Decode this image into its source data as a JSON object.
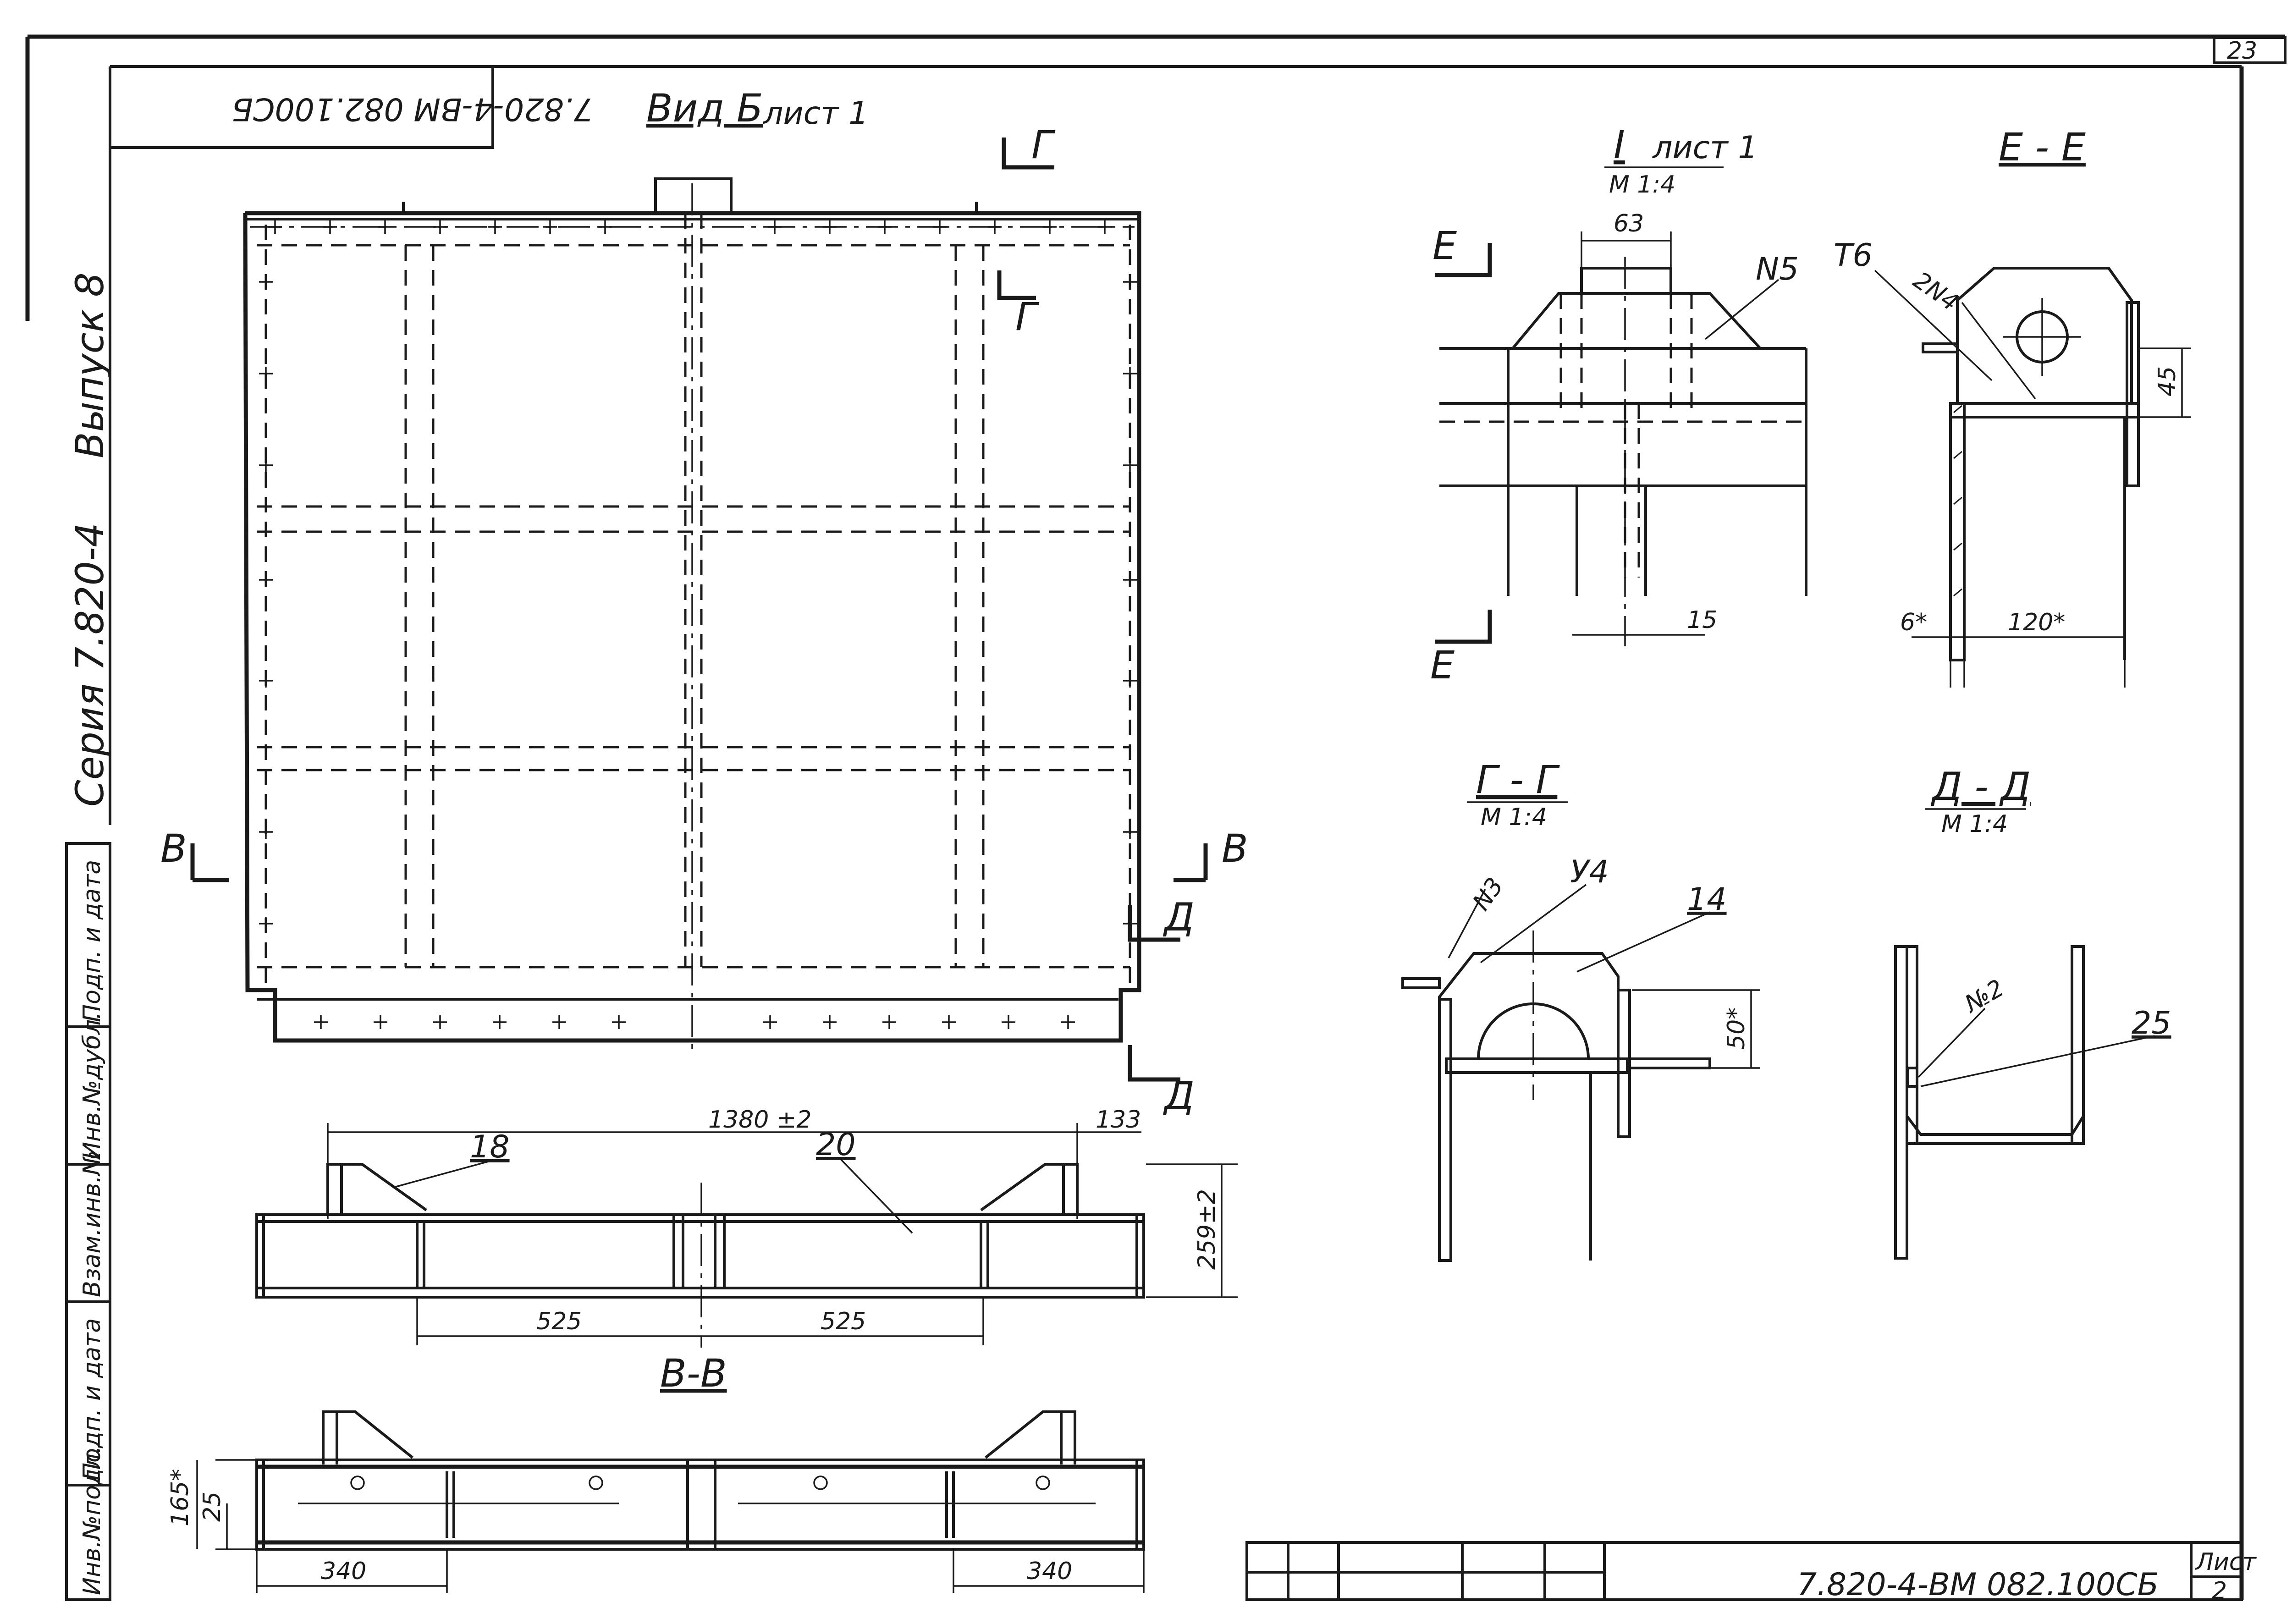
{
  "sheet": {
    "stamp_top": "7.820-4-ВМ 082.100СБ",
    "stamp_bottom": "7.820-4-ВМ 082.100СБ",
    "page_number": "23",
    "list_label": "Лист",
    "list_number": "2",
    "series": "Серия 7.820-4",
    "issue": "Выпуск 8"
  },
  "side_stamp": [
    "Подп. и дата",
    "Инв.№дубл.",
    "Взам.инв.№",
    "Подп. и дата",
    "Инв.№подл."
  ],
  "views": {
    "main": {
      "title": "Вид Б",
      "subtitle": "лист 1"
    },
    "detail_i": {
      "title": "I",
      "subtitle": "лист 1",
      "scale": "М 1:4"
    },
    "section_e": {
      "title": "Е - Е"
    },
    "section_g": {
      "title": "Г - Г",
      "scale": "М 1:4"
    },
    "section_d": {
      "title": "Д - Д",
      "scale": "М 1:4"
    },
    "section_v": {
      "title": "В-В"
    }
  },
  "markers": {
    "g": "Г",
    "v": "В",
    "d": "Д",
    "e": "Е"
  },
  "dimensions": {
    "span": "1380 ±2",
    "end": "133",
    "height": "259±2",
    "half_left": "525",
    "half_right": "525",
    "lug_width": "63",
    "gap": "15",
    "section_h": "45",
    "section_w": "120*",
    "wall": "6*",
    "lug_h": "50*",
    "vv_h": "165*",
    "vv_off": "25",
    "vv_left": "340",
    "vv_right": "340"
  },
  "weld_marks": {
    "n5": "N5",
    "t6": "Т6",
    "n4": "2N4",
    "n3": "N3",
    "u4": "У4",
    "n2": "№2"
  },
  "parts": {
    "p18": "18",
    "p20": "20",
    "p14": "14",
    "p25": "25"
  }
}
